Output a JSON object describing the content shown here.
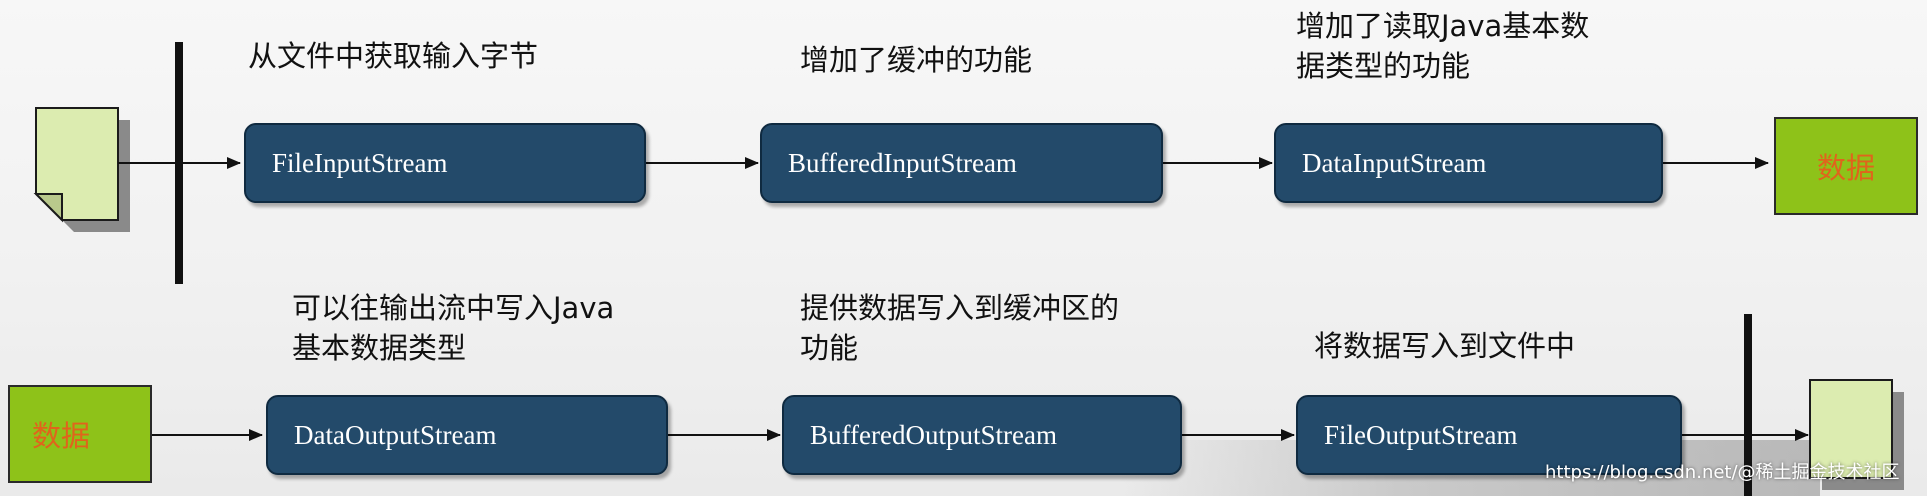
{
  "top_row": {
    "captions": [
      "从文件中获取输入字节",
      "增加了缓冲的功能",
      "增加了读取Java基本数\n据类型的功能"
    ],
    "streams": [
      "FileInputStream",
      "BufferedInputStream",
      "DataInputStream"
    ],
    "output_label": "数据"
  },
  "bottom_row": {
    "captions": [
      "可以往输出流中写入Java\n基本数据类型",
      "提供数据写入到缓冲区的\n功能",
      "将数据写入到文件中"
    ],
    "streams": [
      "DataOutputStream",
      "BufferedOutputStream",
      "FileOutputStream"
    ],
    "input_label": "数据"
  },
  "colors": {
    "stream_box": "#234a6a",
    "data_box": "#8ec219",
    "data_text": "#e0641c",
    "file_icon": "#dcecb0"
  },
  "watermark": "https://blog.csdn.net/@稀土掘金技术社区"
}
